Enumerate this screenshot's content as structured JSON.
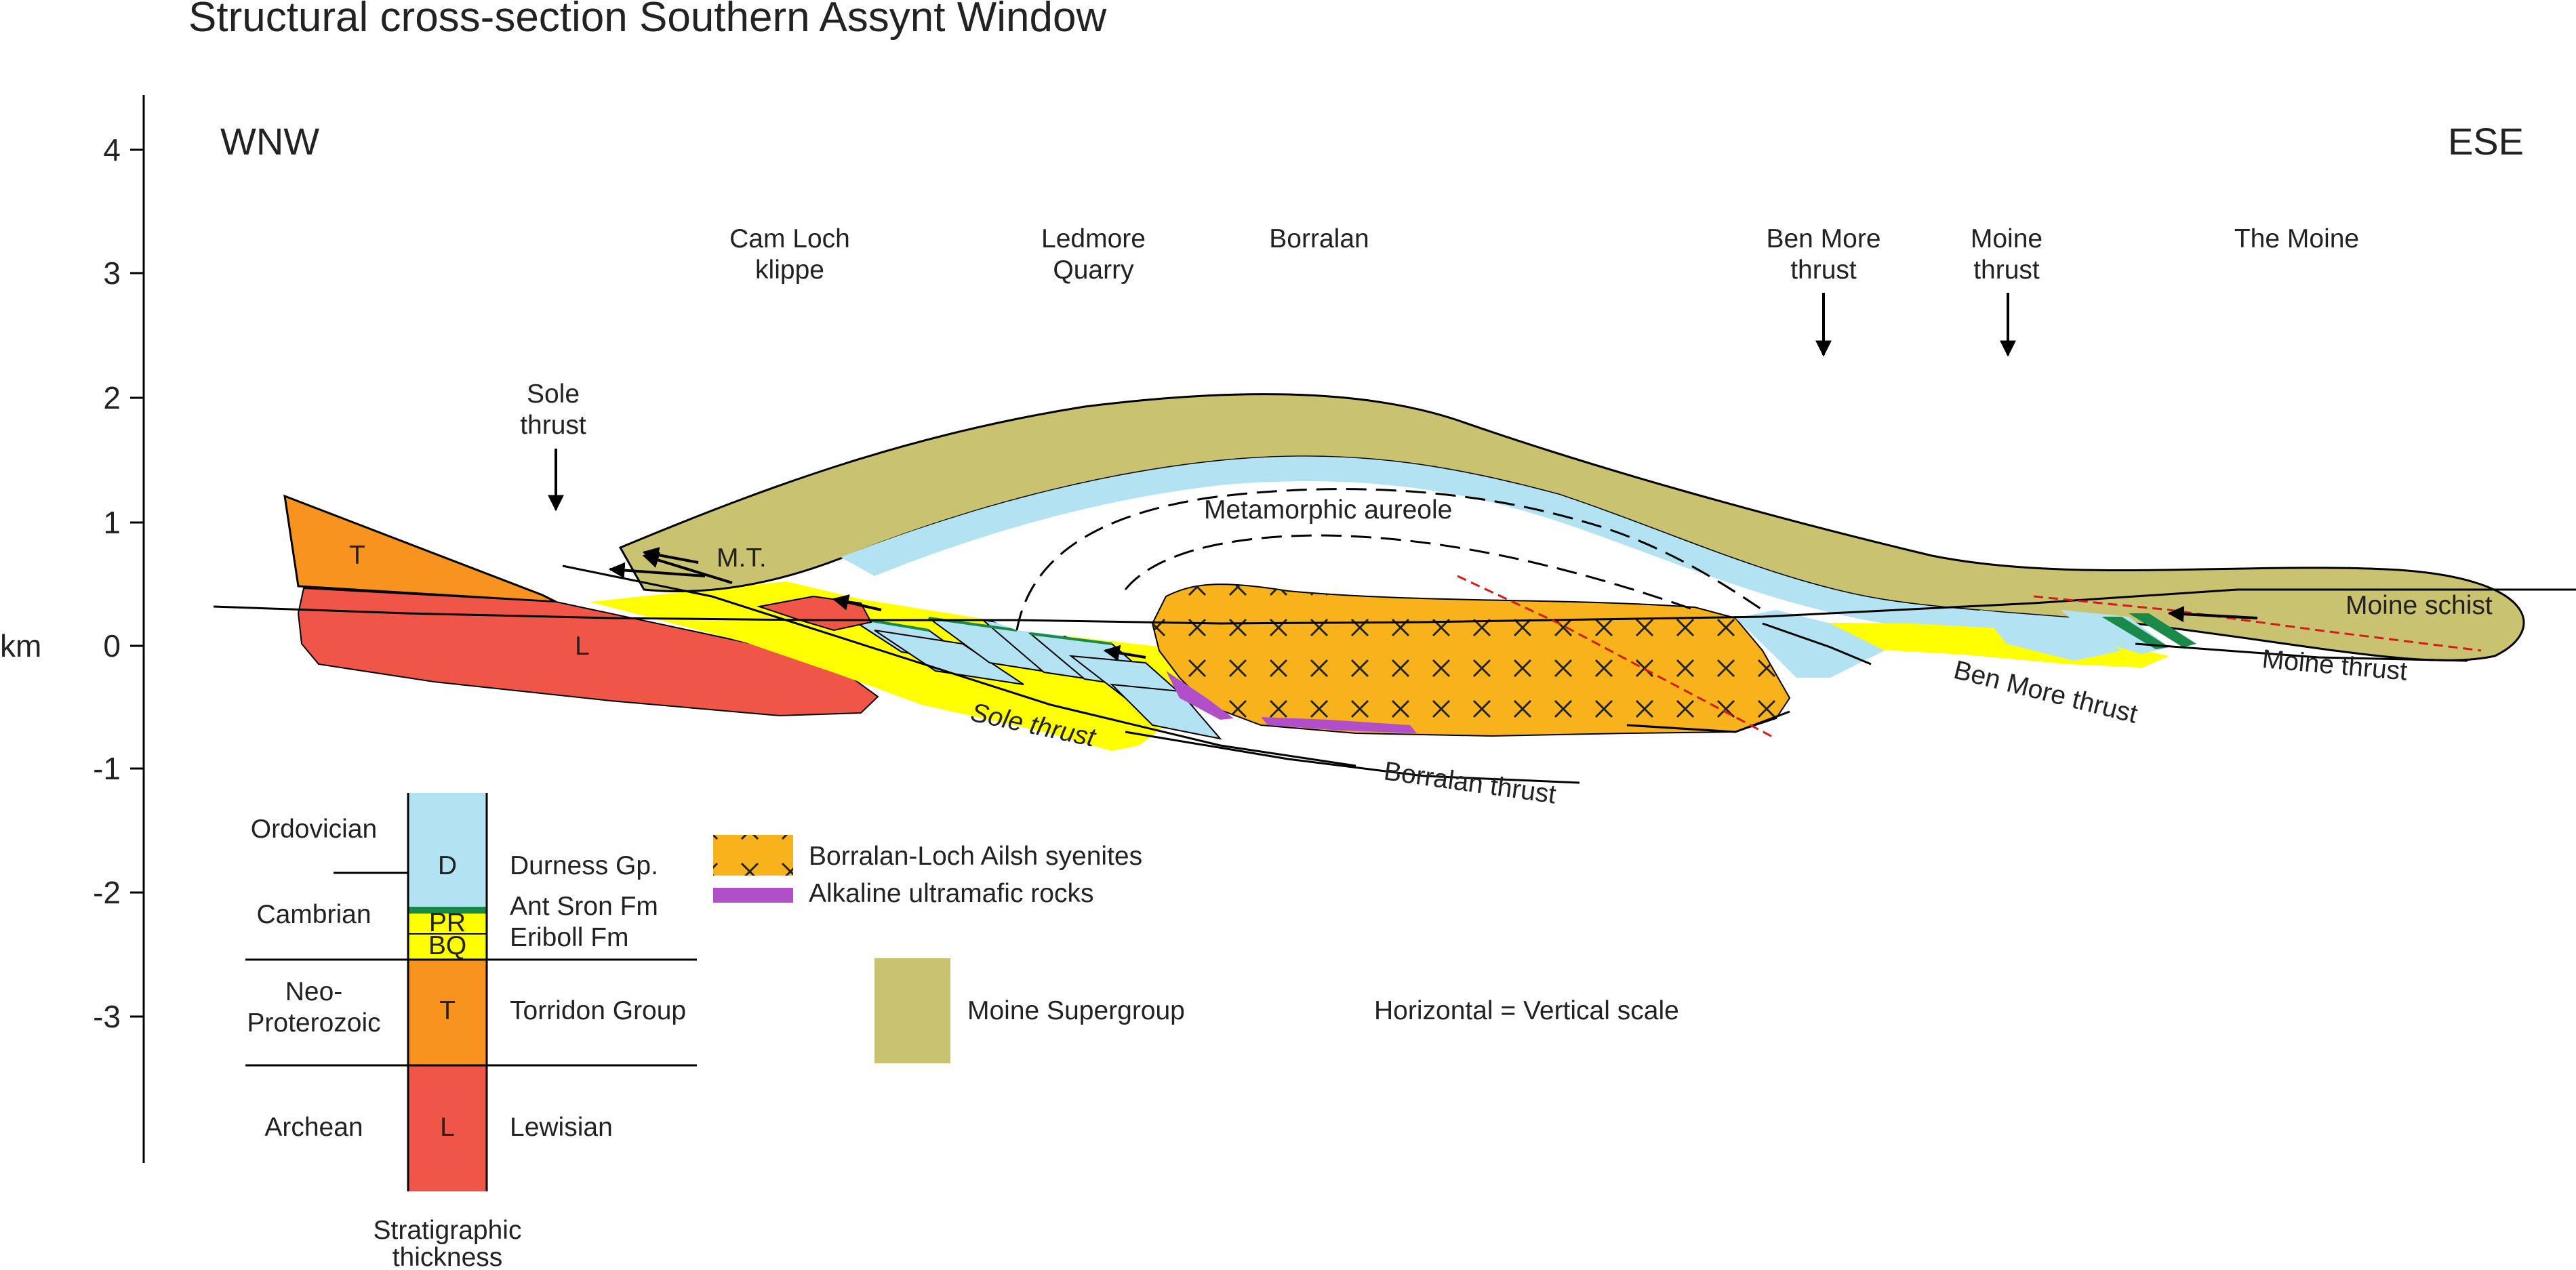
{
  "title": "Structural cross-section Southern Assynt Window",
  "axis": {
    "unit": "km",
    "ticks": [
      "4",
      "3",
      "2",
      "1",
      "0",
      "-1",
      "-2",
      "-3"
    ]
  },
  "directions": {
    "left": "WNW",
    "right": "ESE"
  },
  "localities": {
    "cam_loch": [
      "Cam Loch",
      "klippe"
    ],
    "ledmore": [
      "Ledmore",
      "Quarry"
    ],
    "borralan": "Borralan",
    "ben_more": [
      "Ben More",
      "thrust"
    ],
    "moine_thrust": [
      "Moine",
      "thrust"
    ],
    "the_moine": "The Moine"
  },
  "section_labels": {
    "sole_thrust_top": [
      "Sole",
      "thrust"
    ],
    "mt": "M.T.",
    "metamorphic_aureole": "Metamorphic aureole",
    "torridon_T": "T",
    "lewisian_L": "L",
    "sole_thrust": "Sole thrust",
    "borralan_thrust": "Borralan thrust",
    "ben_more_thrust": "Ben More thrust",
    "moine_thrust": "Moine thrust",
    "moine_schist": "Moine schist"
  },
  "column": {
    "eras": [
      "Ordovician",
      "Cambrian",
      [
        "Neo-",
        "Proterozoic"
      ],
      "Archean"
    ],
    "units": [
      "D",
      "PR",
      "BQ",
      "T",
      "L"
    ],
    "formations": [
      "Durness Gp.",
      "Ant Sron Fm",
      "Eriboll Fm",
      "Torridon Group",
      "Lewisian"
    ],
    "caption": [
      "Stratigraphic",
      "thickness"
    ]
  },
  "legend": [
    {
      "label": "Borralan-Loch Ailsh syenites",
      "color": "#f7b21c"
    },
    {
      "label": "Alkaline ultramafic rocks",
      "color": "#b04fc9"
    },
    {
      "label": "Moine Supergroup",
      "color": "#c9c271"
    }
  ],
  "scale_note": "Horizontal = Vertical scale",
  "colors": {
    "lewisian": "#f05648",
    "torridon": "#f7931e",
    "cambrian_quartzite": "#ffff00",
    "durness": "#b3e2f2",
    "syenite": "#f7b21c",
    "ultramafic": "#b04fc9",
    "moine": "#c9c271",
    "ant_sron": "#1a8a4a"
  }
}
